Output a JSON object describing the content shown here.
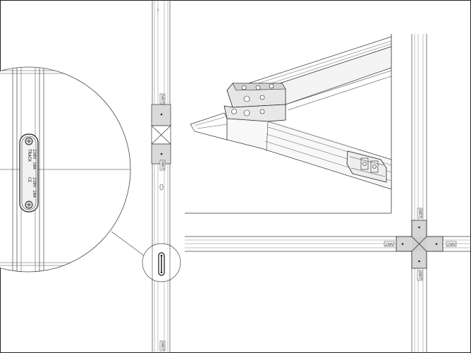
{
  "drawing": {
    "track_labels": {
      "joint_top": "230V",
      "joint_mid": "230V",
      "joint_bottom": "230V",
      "cross_top": "230V",
      "cross_left": "230V",
      "cross_right": "230V",
      "cross_bottom": "230V"
    },
    "detail_connector": {
      "line1": "230V 10A",
      "line2": "TRACK",
      "line3": "230V 10A",
      "line4": "CE"
    }
  }
}
